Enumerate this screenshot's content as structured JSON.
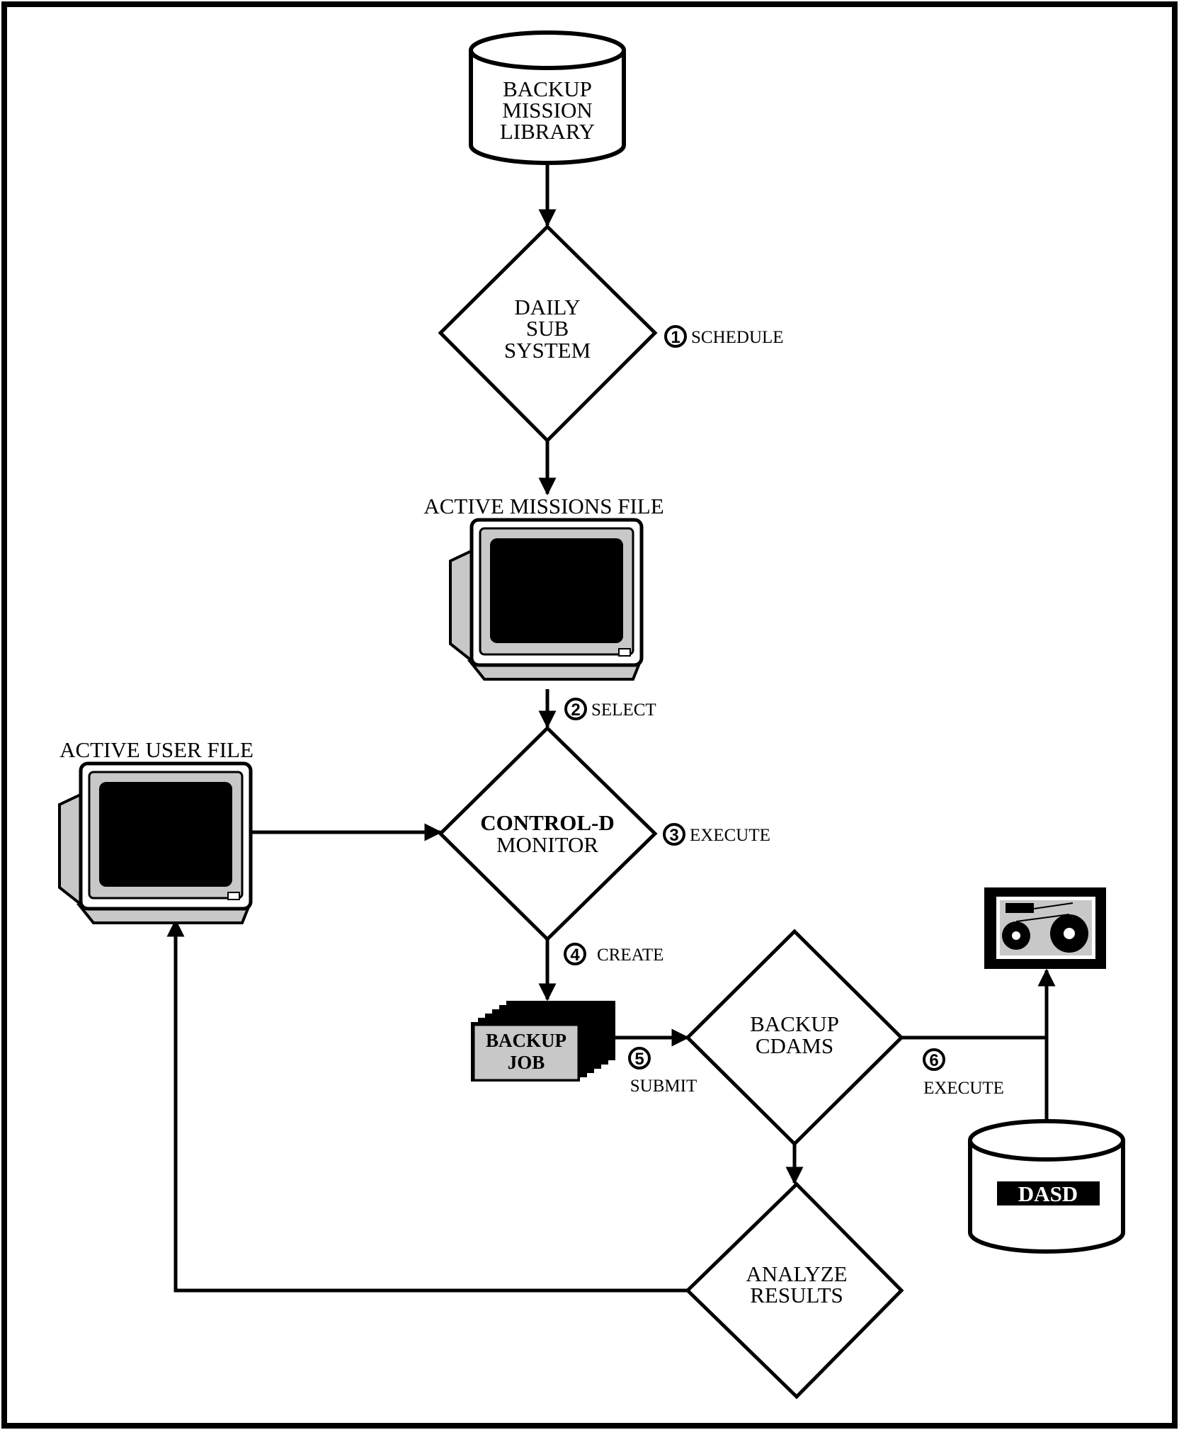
{
  "nodes": {
    "backup_mission_library": [
      "BACKUP",
      "MISSION",
      "LIBRARY"
    ],
    "daily_sub_system": [
      "DAILY",
      "SUB",
      "SYSTEM"
    ],
    "active_missions_file": "ACTIVE MISSIONS FILE",
    "active_user_file": "ACTIVE  USER  FILE",
    "control_d_monitor": {
      "line1": "CONTROL-D",
      "line2": "MONITOR"
    },
    "backup_job": {
      "line1": "BACKUP",
      "line2": "JOB"
    },
    "backup_cdams": [
      "BACKUP",
      "CDAMS"
    ],
    "analyze_results": [
      "ANALYZE",
      "RESULTS"
    ],
    "dasd": "DASD"
  },
  "steps": [
    {
      "number": "1",
      "label": "SCHEDULE"
    },
    {
      "number": "2",
      "label": "SELECT"
    },
    {
      "number": "3",
      "label": "EXECUTE"
    },
    {
      "number": "4",
      "label": "CREATE"
    },
    {
      "number": "5",
      "label": "SUBMIT"
    },
    {
      "number": "6",
      "label": "EXECUTE"
    }
  ],
  "icons": [
    "database-cylinder-icon",
    "computer-monitor-icon",
    "tape-drive-icon",
    "job-stack-icon"
  ],
  "colors": {
    "line": "#000000",
    "background": "#ffffff",
    "box_fill": "#c8c8c8",
    "screen": "#000000"
  }
}
